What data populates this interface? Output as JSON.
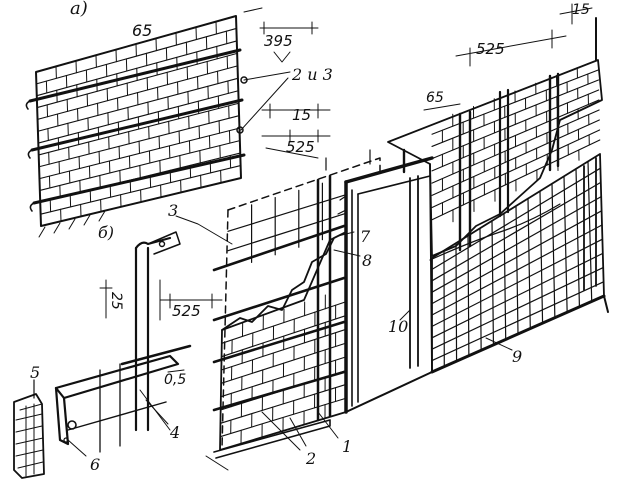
{
  "colors": {
    "ink": "#111111",
    "paper": "#ffffff"
  },
  "panel_labels": {
    "a": "а)",
    "b": "б)"
  },
  "dimensions": {
    "d65_top": "65",
    "d395": "395",
    "d15_top_left": "15",
    "d525_a": "525",
    "d15_top_right": "15",
    "d525_top_right": "525",
    "d65_mid": "65",
    "d525_b": "525",
    "d25": "25",
    "d05": "0,5"
  },
  "callouts": {
    "c2i3": "2 и 3",
    "c1": "1",
    "c2": "2",
    "c3": "3",
    "c4": "4",
    "c5": "5",
    "c6": "6",
    "c7": "7",
    "c8": "8",
    "c9": "9",
    "c10": "10"
  }
}
